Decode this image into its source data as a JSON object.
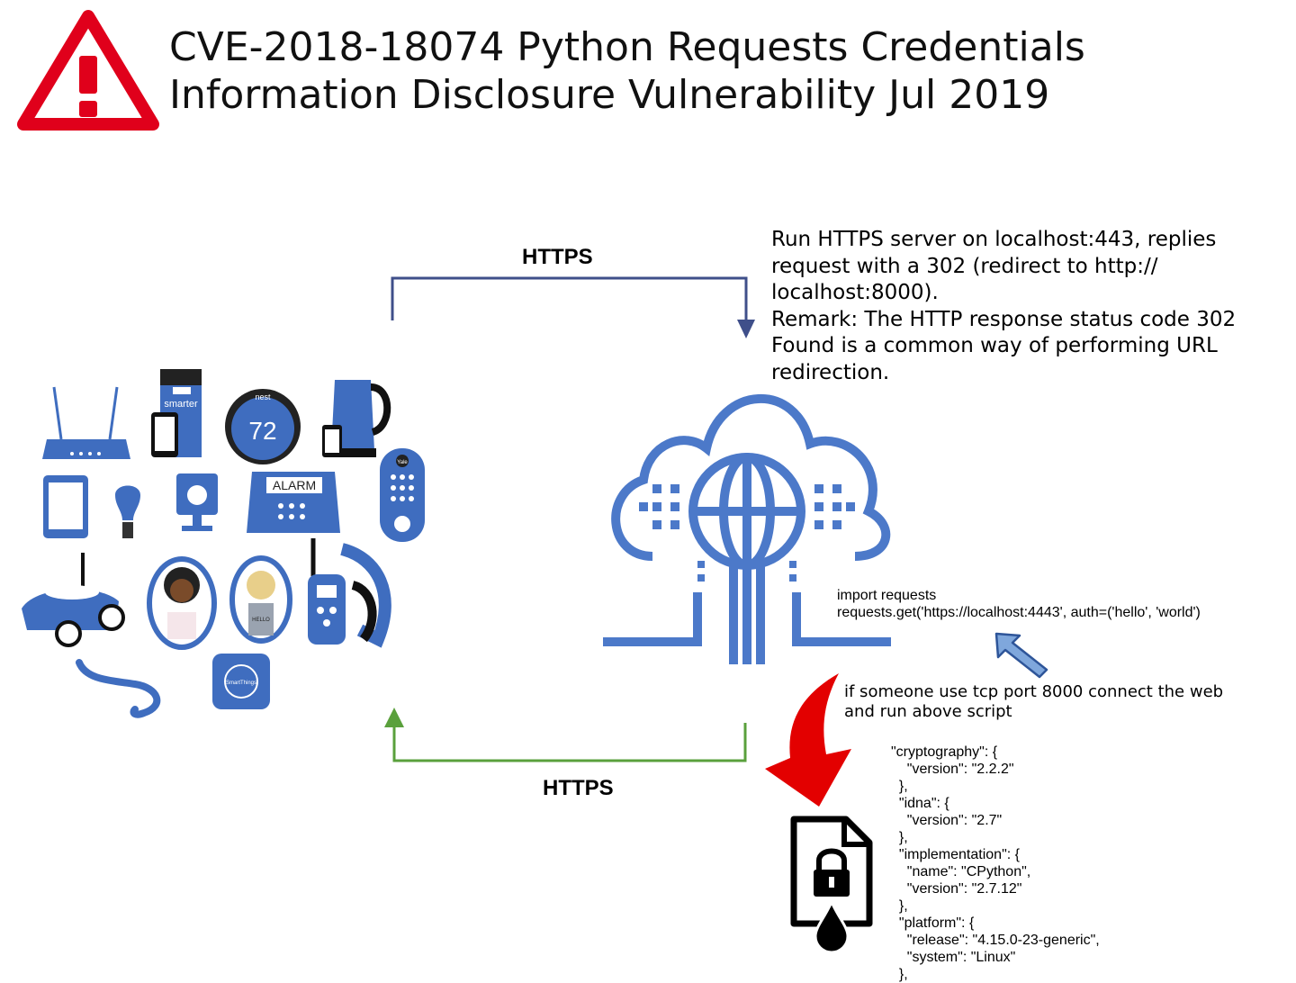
{
  "title": {
    "line1": "CVE-2018-18074 Python Requests Credentials",
    "line2": "Information Disclosure Vulnerability Jul 2019"
  },
  "warning_icon": "warning-triangle-icon",
  "arrows": {
    "top_label": "HTTPS",
    "bottom_label": "HTTPS",
    "top_color": "#3f4f8a",
    "bottom_color": "#5aa03c"
  },
  "server_note": {
    "lines": [
      "Run HTTPS server on localhost:443, replies",
      "request with a 302 (redirect to http://",
      "localhost:8000).",
      "Remark: The HTTP response status code 302",
      "Found is a common way of performing URL",
      "redirection."
    ]
  },
  "script": {
    "line1": "import requests",
    "line2": "requests.get('https://localhost:4443', auth=('hello', 'world')"
  },
  "condition_note": {
    "line1": "if someone use tcp port 8000 connect the web",
    "line2": "and run above script"
  },
  "json_output": "\"cryptography\": {\n    \"version\": \"2.2.2\"\n  },\n  \"idna\": {\n    \"version\": \"2.7\"\n  },\n  \"implementation\": {\n    \"name\": \"CPython\",\n    \"version\": \"2.7.12\"\n  },\n  \"platform\": {\n    \"release\": \"4.15.0-23-generic\",\n    \"system\": \"Linux\"\n  },",
  "iot_devices": {
    "alarm_label": "ALARM",
    "thermostat_brand": "nest",
    "thermostat_temp": "72",
    "coffee_brand": "smarter",
    "lock_brand": "Yale",
    "hub_brand": "SmartThings",
    "doll_shirt": "HELLO"
  },
  "colors": {
    "device_blue": "#3f6dbf",
    "alert_red": "#e0001b",
    "cloud_blue": "#4c79c9"
  }
}
